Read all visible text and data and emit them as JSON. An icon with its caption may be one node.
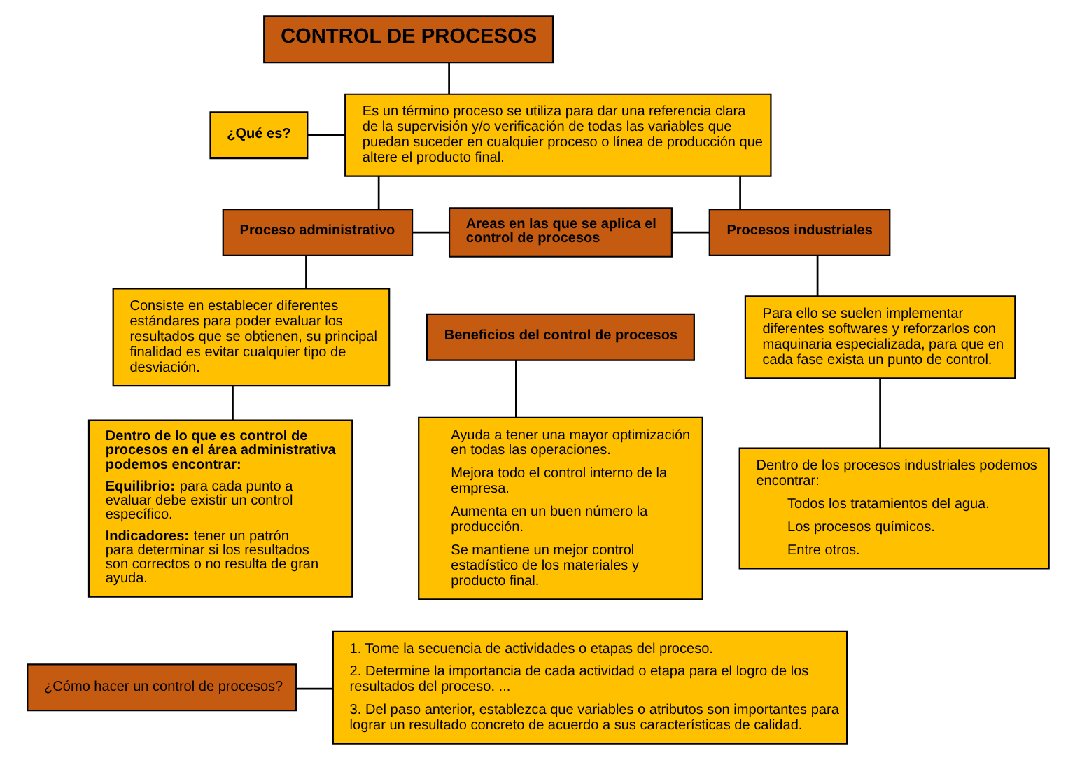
{
  "diagram": {
    "nodes": [
      {
        "text": [
          "CONTROL DE PROCESOS"
        ]
      },
      {
        "text": [
          "¿Qué es?"
        ]
      },
      {
        "text": [
          "Es un término proceso se utiliza para dar una referencia clara de la supervisión y/o verificación de todas las variables que puedan suceder en cualquier proceso o línea de producción que altere el producto final."
        ]
      },
      {
        "text": [
          "Proceso administrativo"
        ]
      },
      {
        "text": [
          "Areas en las que se aplica el control de procesos"
        ]
      },
      {
        "text": [
          "Procesos industriales"
        ]
      },
      {
        "text": [
          "Consiste en establecer diferentes estándares para poder evaluar los resultados que se obtienen, su principal finalidad es evitar cualquier tipo de desviación."
        ]
      },
      {
        "text": [
          "Beneficios del control de procesos"
        ]
      },
      {
        "text": [
          "Para ello se suelen implementar diferentes softwares y reforzarlos con maquinaria especializada, para que en cada fase exista un punto de control."
        ]
      },
      {
        "text": [
          "Ayuda a tener una mayor optimización en todas las operaciones.",
          "Mejora todo el control interno de la empresa.",
          "Aumenta en un buen número la producción.",
          "Se mantiene un mejor control estadístico de los materiales y producto final."
        ]
      },
      {
        "text": [
          "Dentro de los procesos industriales podemos encontrar:",
          "Todos los tratamientos del agua.",
          "Los procesos químicos.",
          "Entre otros."
        ]
      },
      {
        "text": [
          "Dentro de lo que es control de procesos en el área administrativa podemos encontrar:",
          "**Equilibrio:** para cada punto a evaluar debe existir un control específico.",
          "**Indicadores:** tener un patrón para determinar si los resultados son correctos o no resulta de gran ayuda."
        ]
      },
      {
        "text": [
          "¿Cómo hacer un control de procesos?"
        ]
      },
      {
        "text": [
          "1. Tome la secuencia de actividades o etapas del proceso.",
          "2. Determine la importancia de cada actividad o etapa para el logro de los resultados del proceso. ...",
          "3. Del paso anterior, establezca que variables o atributos son importantes para lograr un resultado concreto de acuerdo a sus características de calidad."
        ]
      }
    ],
    "edges": [
      {
        "from": 0,
        "to": 2,
        "arrow": "none"
      },
      {
        "from": 1,
        "to": 2,
        "arrow": "none"
      },
      {
        "from": 2,
        "to": 3,
        "arrow": "none"
      },
      {
        "from": 2,
        "to": 5,
        "arrow": "none"
      },
      {
        "from": 3,
        "to": 4,
        "arrow": "none"
      },
      {
        "from": 4,
        "to": 5,
        "arrow": "none"
      },
      {
        "from": 3,
        "to": 6,
        "arrow": "none"
      },
      {
        "from": 6,
        "to": 11,
        "arrow": "none"
      },
      {
        "from": 5,
        "to": 8,
        "arrow": "none"
      },
      {
        "from": 8,
        "to": 10,
        "arrow": "none"
      },
      {
        "from": 7,
        "to": 9,
        "arrow": "none"
      },
      {
        "from": 12,
        "to": 13,
        "arrow": "none"
      }
    ]
  }
}
